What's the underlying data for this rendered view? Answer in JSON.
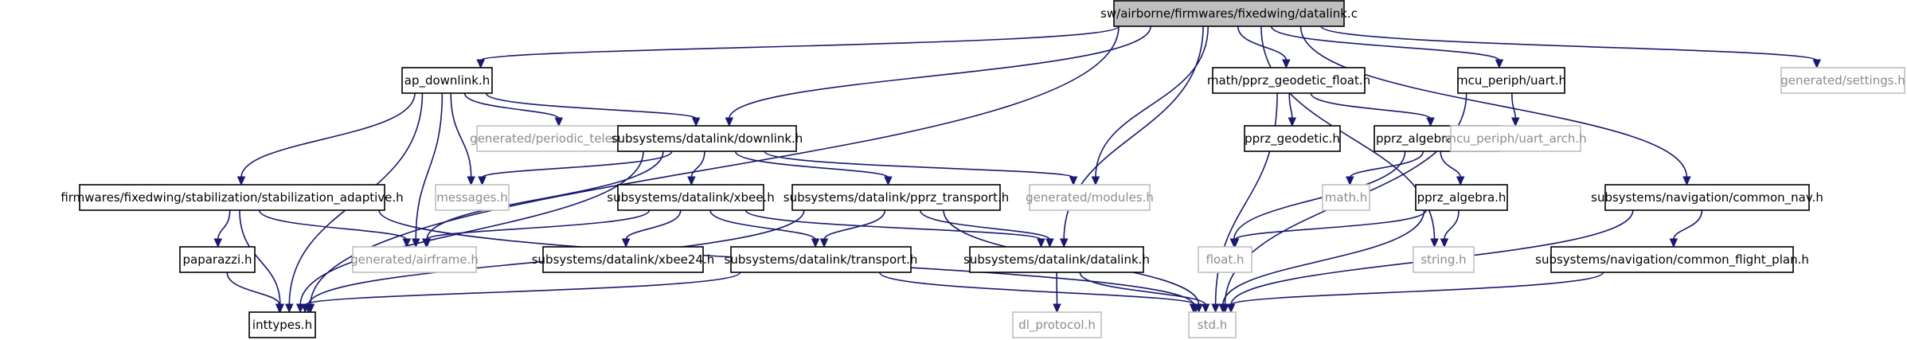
{
  "diagram": {
    "colors": {
      "edge": "#191970",
      "root_fill": "#bfbfbf",
      "node_border": "#000000",
      "external_border": "#bfbfbf",
      "external_text": "#8c8c8c"
    },
    "nodes": [
      {
        "id": "root",
        "label": "sw/airborne/firmwares/fixedwing/datalink.c",
        "style": "root"
      },
      {
        "id": "ap_downlink",
        "label": "ap_downlink.h",
        "style": "normal"
      },
      {
        "id": "pprz_geodetic_float",
        "label": "math/pprz_geodetic_float.h",
        "style": "normal"
      },
      {
        "id": "uart",
        "label": "mcu_periph/uart.h",
        "style": "normal"
      },
      {
        "id": "settings",
        "label": "generated/settings.h",
        "style": "external"
      },
      {
        "id": "periodic_telemetry",
        "label": "generated/periodic_telemetry.h",
        "style": "external"
      },
      {
        "id": "downlink",
        "label": "subsystems/datalink/downlink.h",
        "style": "normal"
      },
      {
        "id": "pprz_geodetic",
        "label": "pprz_geodetic.h",
        "style": "normal"
      },
      {
        "id": "pprz_algebra_float",
        "label": "pprz_algebra_float.h",
        "style": "normal"
      },
      {
        "id": "uart_arch",
        "label": "mcu_periph/uart_arch.h",
        "style": "external"
      },
      {
        "id": "stabilization_adaptive",
        "label": "firmwares/fixedwing/stabilization/stabilization_adaptive.h",
        "style": "normal"
      },
      {
        "id": "messages",
        "label": "messages.h",
        "style": "external"
      },
      {
        "id": "xbee",
        "label": "subsystems/datalink/xbee.h",
        "style": "normal"
      },
      {
        "id": "pprz_transport",
        "label": "subsystems/datalink/pprz_transport.h",
        "style": "normal"
      },
      {
        "id": "modules",
        "label": "generated/modules.h",
        "style": "external"
      },
      {
        "id": "math_h",
        "label": "math.h",
        "style": "external"
      },
      {
        "id": "pprz_algebra",
        "label": "pprz_algebra.h",
        "style": "normal"
      },
      {
        "id": "common_nav",
        "label": "subsystems/navigation/common_nav.h",
        "style": "normal"
      },
      {
        "id": "paparazzi",
        "label": "paparazzi.h",
        "style": "normal"
      },
      {
        "id": "airframe",
        "label": "generated/airframe.h",
        "style": "external"
      },
      {
        "id": "xbee24",
        "label": "subsystems/datalink/xbee24.h",
        "style": "normal"
      },
      {
        "id": "transport",
        "label": "subsystems/datalink/transport.h",
        "style": "normal"
      },
      {
        "id": "datalink_h",
        "label": "subsystems/datalink/datalink.h",
        "style": "normal"
      },
      {
        "id": "float_h",
        "label": "float.h",
        "style": "external"
      },
      {
        "id": "string_h",
        "label": "string.h",
        "style": "external"
      },
      {
        "id": "common_flight_plan",
        "label": "subsystems/navigation/common_flight_plan.h",
        "style": "normal"
      },
      {
        "id": "inttypes",
        "label": "inttypes.h",
        "style": "normal"
      },
      {
        "id": "std_h",
        "label": "std.h",
        "style": "external"
      },
      {
        "id": "dl_protocol",
        "label": "dl_protocol.h",
        "style": "external"
      }
    ],
    "edges": [
      [
        "root",
        "ap_downlink"
      ],
      [
        "root",
        "pprz_geodetic_float"
      ],
      [
        "root",
        "uart"
      ],
      [
        "root",
        "settings"
      ],
      [
        "root",
        "downlink"
      ],
      [
        "root",
        "modules"
      ],
      [
        "root",
        "datalink_h"
      ],
      [
        "root",
        "string_h"
      ],
      [
        "root",
        "common_nav"
      ],
      [
        "root",
        "inttypes"
      ],
      [
        "ap_downlink",
        "periodic_telemetry"
      ],
      [
        "ap_downlink",
        "downlink"
      ],
      [
        "ap_downlink",
        "messages"
      ],
      [
        "ap_downlink",
        "airframe"
      ],
      [
        "ap_downlink",
        "stabilization_adaptive"
      ],
      [
        "ap_downlink",
        "inttypes"
      ],
      [
        "downlink",
        "xbee"
      ],
      [
        "downlink",
        "pprz_transport"
      ],
      [
        "downlink",
        "modules"
      ],
      [
        "downlink",
        "messages"
      ],
      [
        "downlink",
        "airframe"
      ],
      [
        "downlink",
        "inttypes"
      ],
      [
        "stabilization_adaptive",
        "paparazzi"
      ],
      [
        "stabilization_adaptive",
        "airframe"
      ],
      [
        "stabilization_adaptive",
        "inttypes"
      ],
      [
        "stabilization_adaptive",
        "std_h"
      ],
      [
        "xbee",
        "airframe"
      ],
      [
        "xbee",
        "xbee24"
      ],
      [
        "xbee",
        "transport"
      ],
      [
        "xbee",
        "datalink_h"
      ],
      [
        "pprz_transport",
        "transport"
      ],
      [
        "pprz_transport",
        "datalink_h"
      ],
      [
        "pprz_transport",
        "std_h"
      ],
      [
        "pprz_transport",
        "inttypes"
      ],
      [
        "paparazzi",
        "inttypes"
      ],
      [
        "transport",
        "inttypes"
      ],
      [
        "transport",
        "std_h"
      ],
      [
        "datalink_h",
        "dl_protocol"
      ],
      [
        "datalink_h",
        "std_h"
      ],
      [
        "pprz_geodetic_float",
        "pprz_geodetic"
      ],
      [
        "pprz_geodetic_float",
        "pprz_algebra_float"
      ],
      [
        "pprz_geodetic_float",
        "std_h"
      ],
      [
        "pprz_algebra_float",
        "math_h"
      ],
      [
        "pprz_algebra_float",
        "pprz_algebra"
      ],
      [
        "pprz_algebra_float",
        "float_h"
      ],
      [
        "pprz_algebra",
        "float_h"
      ],
      [
        "pprz_algebra",
        "string_h"
      ],
      [
        "pprz_algebra",
        "std_h"
      ],
      [
        "uart",
        "uart_arch"
      ],
      [
        "uart",
        "std_h"
      ],
      [
        "common_nav",
        "common_flight_plan"
      ],
      [
        "common_nav",
        "std_h"
      ],
      [
        "common_flight_plan",
        "std_h"
      ]
    ]
  }
}
